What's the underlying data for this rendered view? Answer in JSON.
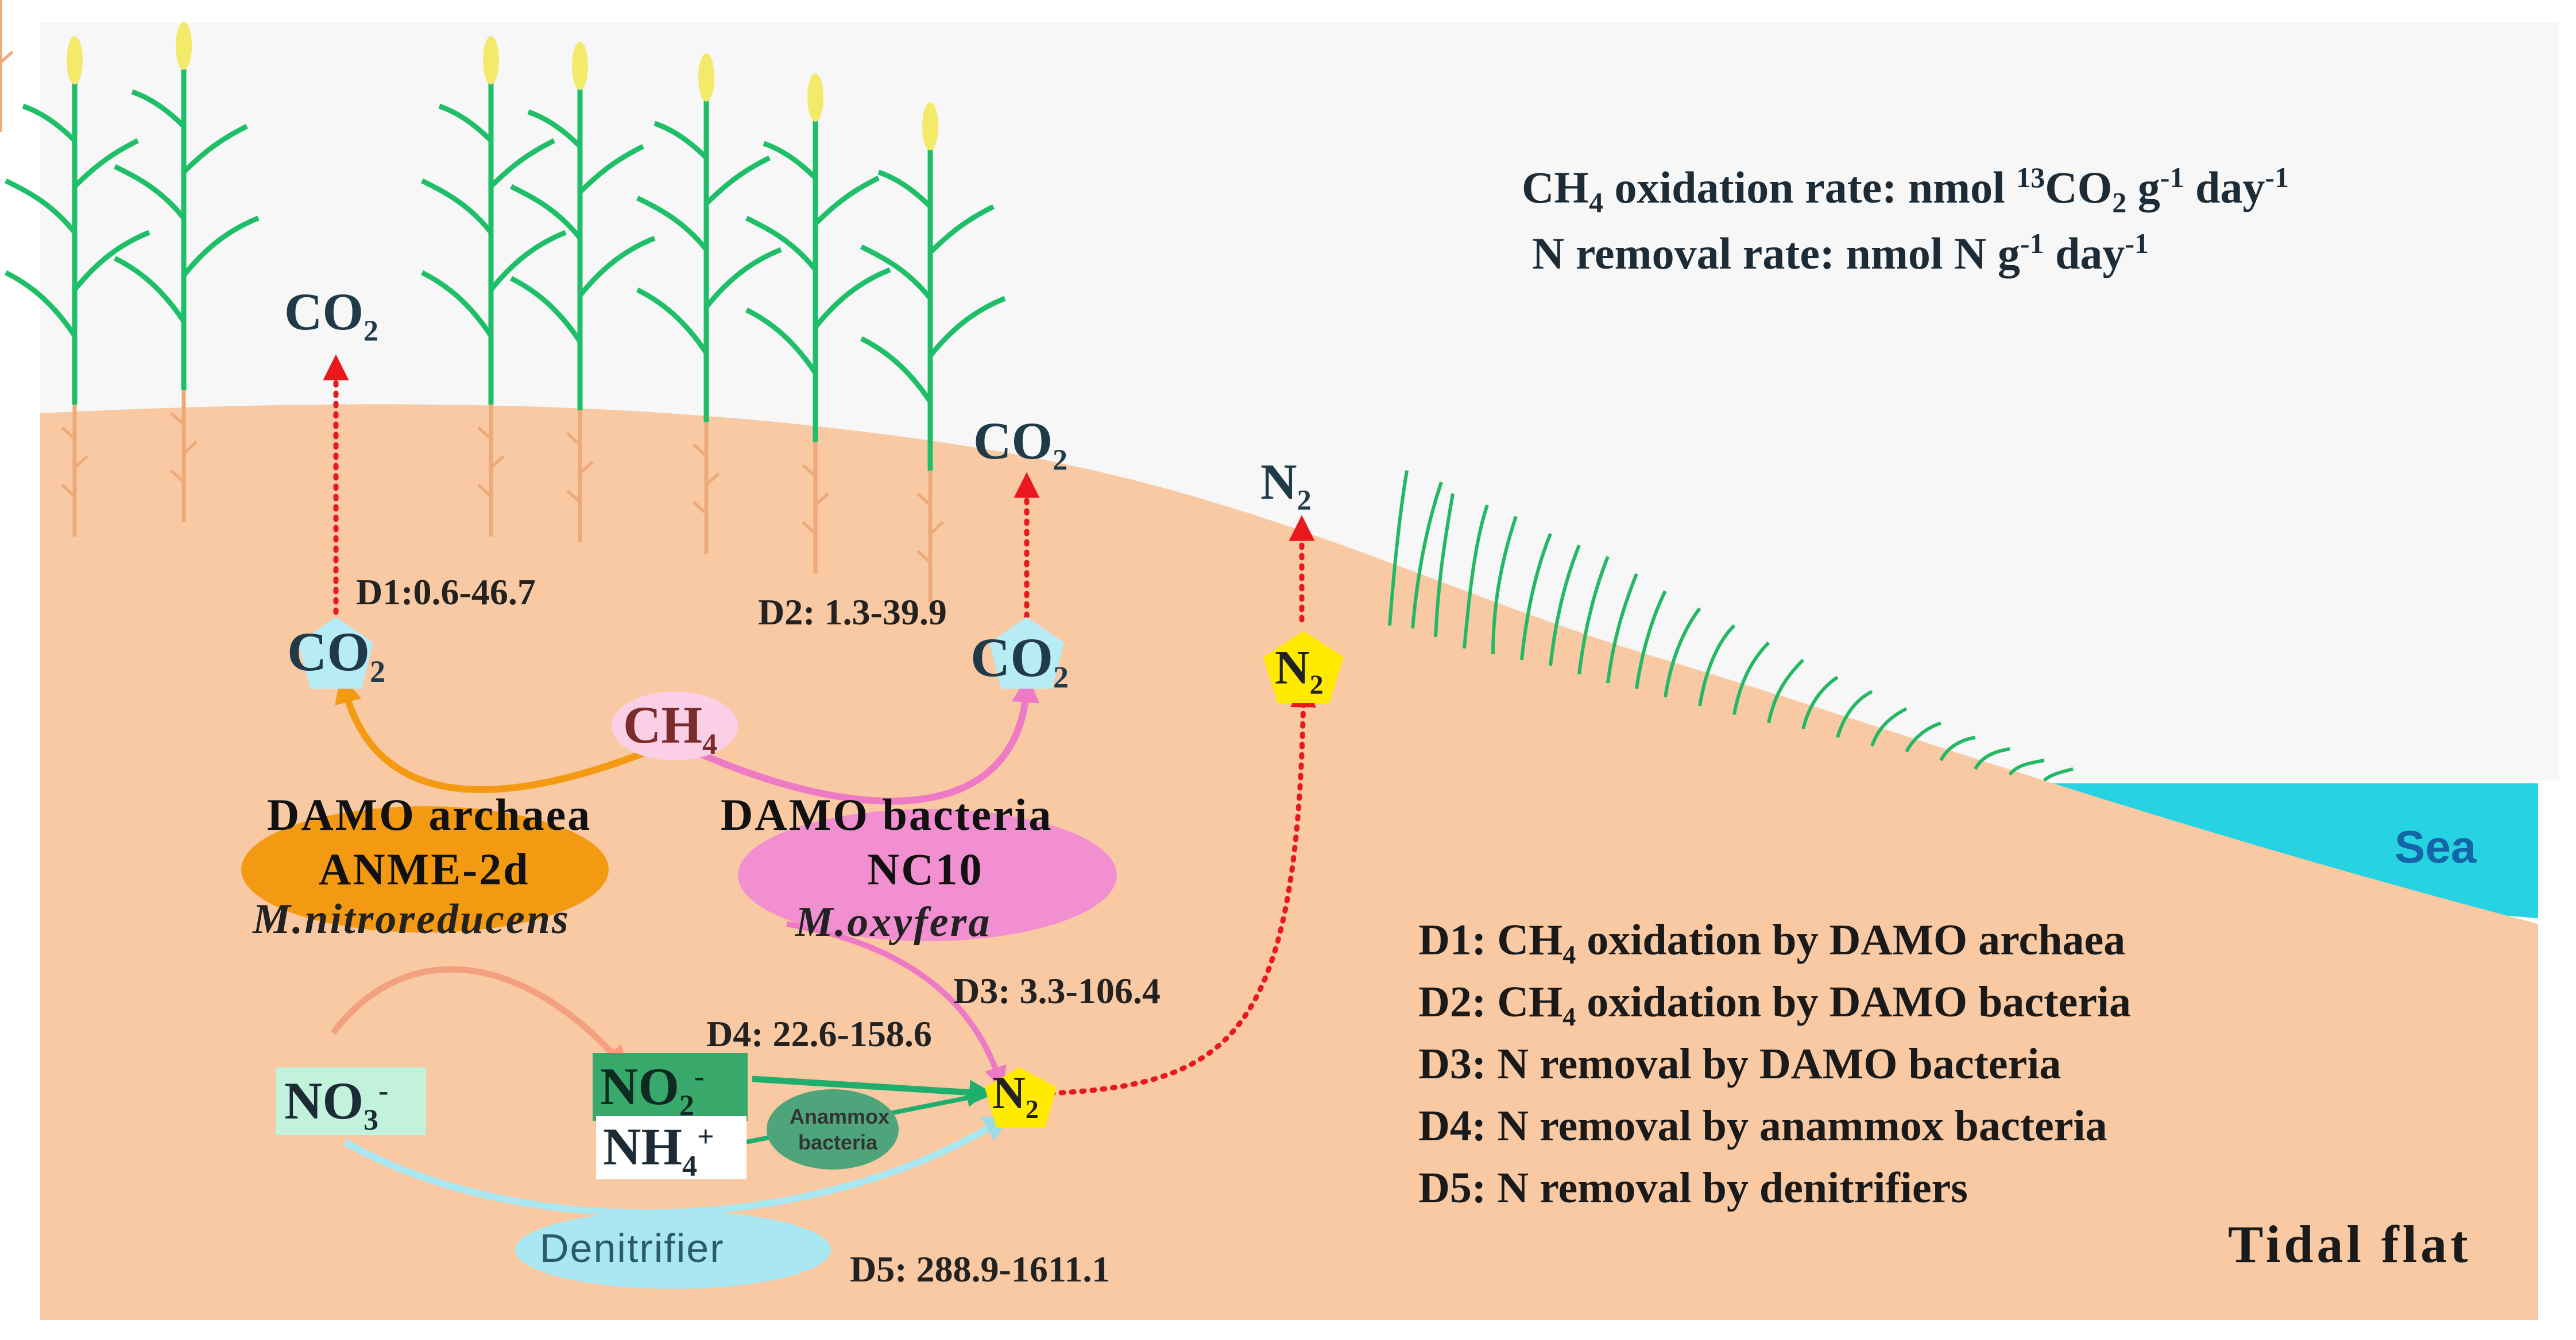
{
  "units": {
    "ch4_rate": {
      "pre": "CH",
      "sub": "4",
      "mid": " oxidation rate: nmol ",
      "sup": "13",
      "post": "CO",
      "sub2": "2",
      "post2": " g",
      "sup2": "-1",
      "post3": " day",
      "sup3": "-1"
    },
    "n_rate": {
      "pre": "N removal rate: nmol N g",
      "sup": "-1",
      "post": " day",
      "sup2": "-1"
    }
  },
  "molecules": {
    "co2_top_left": {
      "main": "CO",
      "sub": "2"
    },
    "co2_top_mid": {
      "main": "CO",
      "sub": "2"
    },
    "n2_top": {
      "main": "N",
      "sub": "2"
    },
    "co2_node_left": {
      "main": "CO",
      "sub": "2"
    },
    "co2_node_mid": {
      "main": "CO",
      "sub": "2"
    },
    "n2_node_right": {
      "main": "N",
      "sub": "2"
    },
    "n2_node_center": {
      "main": "N",
      "sub": "2"
    },
    "ch4": {
      "main": "CH",
      "sub": "4"
    },
    "no3": {
      "main": "NO",
      "sub": "3",
      "sup": "-"
    },
    "no2": {
      "main": "NO",
      "sub": "2",
      "sup": "-"
    },
    "nh4": {
      "main": "NH",
      "sub": "4",
      "sup": "+"
    }
  },
  "rates": {
    "d1": "D1:0.6-46.7",
    "d2": "D2: 1.3-39.9",
    "d3": "D3: 3.3-106.4",
    "d4": "D4: 22.6-158.6",
    "d5": "D5: 288.9-1611.1"
  },
  "organisms": {
    "archaea": {
      "line1": "DAMO archaea",
      "line2": "ANME-2d",
      "line3": "M.nitroreducens"
    },
    "bacteria": {
      "line1": "DAMO bacteria",
      "line2": "NC10",
      "line3": "M.oxyfera"
    },
    "anammox": {
      "line1": "Anammox",
      "line2": "bacteria"
    },
    "denitrifier": "Denitrifier"
  },
  "legend": [
    {
      "pre": "D1: CH",
      "sub": "4",
      "post": " oxidation by DAMO archaea"
    },
    {
      "pre": "D2: CH",
      "sub": "4",
      "post": " oxidation by DAMO bacteria"
    },
    {
      "pre": "D3: N removal by DAMO bacteria",
      "sub": "",
      "post": ""
    },
    {
      "pre": "D4: N removal by anammox bacteria",
      "sub": "",
      "post": ""
    },
    {
      "pre": "D5: N removal by denitrifiers",
      "sub": "",
      "post": ""
    }
  ],
  "places": {
    "sea": "Sea",
    "tidal_flat": "Tidal flat"
  },
  "colors": {
    "sky": "#f6f7f6",
    "soil": "#f8c9a2",
    "sea": "#27d3e2",
    "archaea": "#f39a12",
    "bacteria": "#f28fd0",
    "anammox": "#4fa57b",
    "denitrifier": "#a9e7f2",
    "n2": "#ffea00",
    "co2_node": "#b8ecf5",
    "no2": "#39a96b",
    "red_arrow": "#e8181e"
  }
}
